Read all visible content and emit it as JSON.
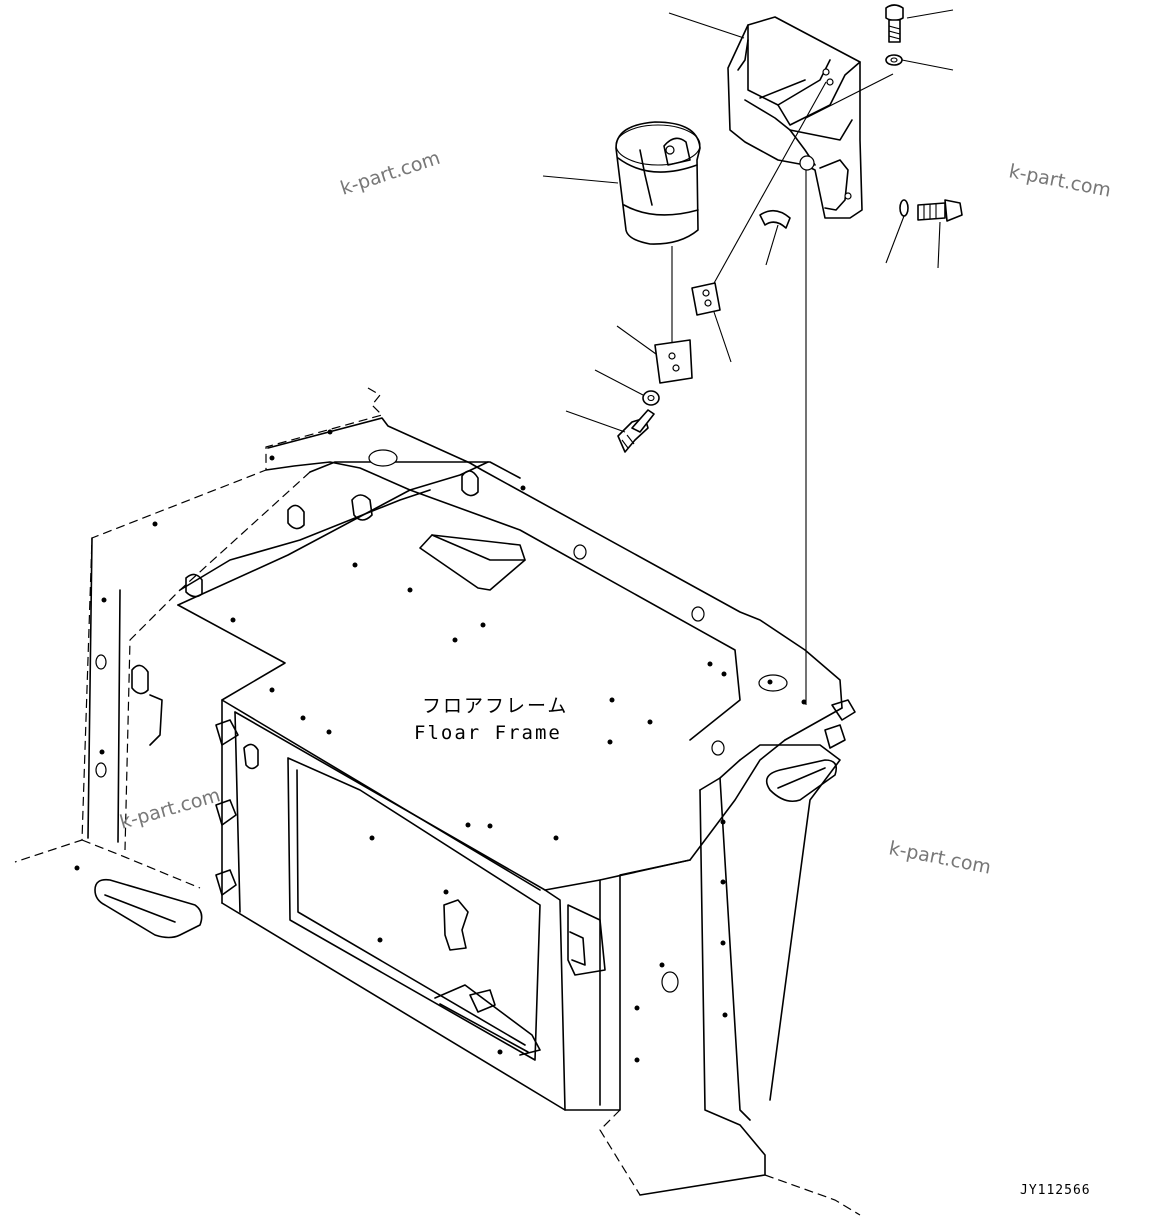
{
  "floor_frame": {
    "label_ja": "フロアフレーム",
    "label_en": "Floar Frame"
  },
  "watermarks": [
    "k-part.com",
    "k-part.com",
    "k-part.com",
    "k-part.com"
  ],
  "drawing_code": "JY112566"
}
